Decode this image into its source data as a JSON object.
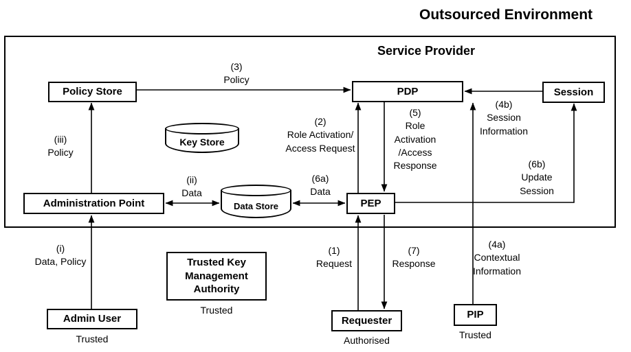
{
  "titles": {
    "outsourced": "Outsourced Environment",
    "service_provider": "Service Provider"
  },
  "nodes": {
    "policy_store": "Policy Store",
    "pdp": "PDP",
    "session": "Session",
    "key_store": "Key Store",
    "administration_point": "Administration Point",
    "data_store": "Data Store",
    "pep": "PEP",
    "admin_user": "Admin User",
    "trusted_key_authority": "Trusted Key\nManagement\nAuthority",
    "requester": "Requester",
    "pip": "PIP"
  },
  "captions": {
    "admin_user": "Trusted",
    "trusted_key_authority": "Trusted",
    "requester": "Authorised",
    "pip": "Trusted"
  },
  "edge_labels": {
    "policy_store_to_pdp": "(3)\nPolicy",
    "admin_point_to_policy_store": "(iii)\nPolicy",
    "pep_to_pdp_request": "(2)\nRole Activation/\nAccess Request",
    "pdp_to_pep_response": "(5)\nRole\nActivation\n/Access\nResponse",
    "session_to_pdp": "(4b)\nSession\nInformation",
    "pep_to_session": "(6b)\nUpdate\nSession",
    "admin_point_data_store": "(ii)\nData",
    "data_store_pep": "(6a)\nData",
    "admin_user_to_admin_point": "(i)\nData, Policy",
    "requester_to_pep": "(1)\nRequest",
    "pep_to_requester": "(7)\nResponse",
    "pip_to_pdp": "(4a)\nContextual\nInformation"
  },
  "colors": {
    "line": "#000000",
    "background": "#ffffff"
  }
}
